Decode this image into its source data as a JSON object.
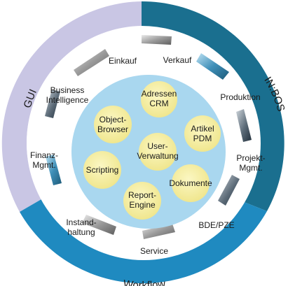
{
  "ring_labels": {
    "gui": "GUI",
    "inbos": "IN:BOS",
    "workflow": "Workflow"
  },
  "modules": {
    "einkauf": "Einkauf",
    "verkauf": "Verkauf",
    "business_1": "Business",
    "business_2": "Intelligence",
    "produktion": "Produktion",
    "projekt_1": "Projekt-",
    "projekt_2": "Mgmt.",
    "finanz_1": "Finanz-",
    "finanz_2": "Mgmt.",
    "bde": "BDE/PZE",
    "instand_1": "Instand-",
    "instand_2": "haltung",
    "service": "Service"
  },
  "core": {
    "adressen_1": "Adressen",
    "adressen_2": "CRM",
    "object_1": "Object-",
    "object_2": "Browser",
    "artikel_1": "Artikel",
    "artikel_2": "PDM",
    "user_1": "User-",
    "user_2": "Verwaltung",
    "scripting": "Scripting",
    "dokumente": "Dokumente",
    "report_1": "Report-",
    "report_2": "Engine"
  },
  "colors": {
    "gui_ring": "#c9c6e4",
    "inbos_ring": "#1a6f8f",
    "workflow_ring": "#1f8ac0",
    "inner_disc": "#a9d7ef",
    "bubble": "#f6ef9a",
    "segment_gray": "#a9a9a9",
    "segment_blue": "#3d88b0"
  }
}
